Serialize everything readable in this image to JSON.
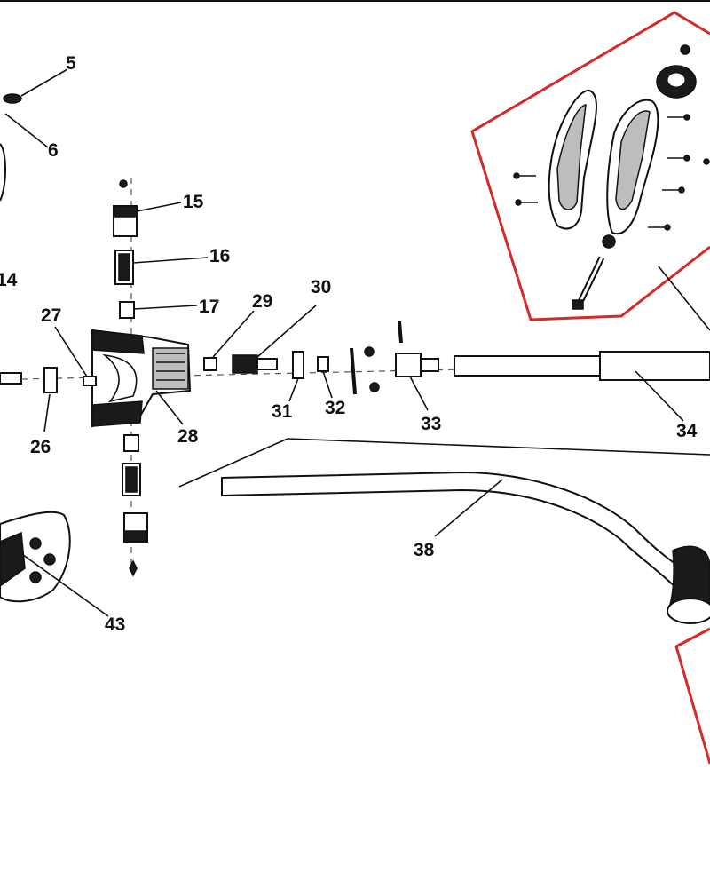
{
  "diagram": {
    "accent_red": "#d42a2a",
    "line_color": "#111111",
    "part_labels": {
      "p5": "5",
      "p6": "6",
      "p14": "14",
      "p15": "15",
      "p16": "16",
      "p17": "17",
      "p26": "26",
      "p27": "27",
      "p28": "28",
      "p29": "29",
      "p30": "30",
      "p31": "31",
      "p32": "32",
      "p33": "33",
      "p34": "34",
      "p38": "38",
      "p43": "43"
    }
  }
}
